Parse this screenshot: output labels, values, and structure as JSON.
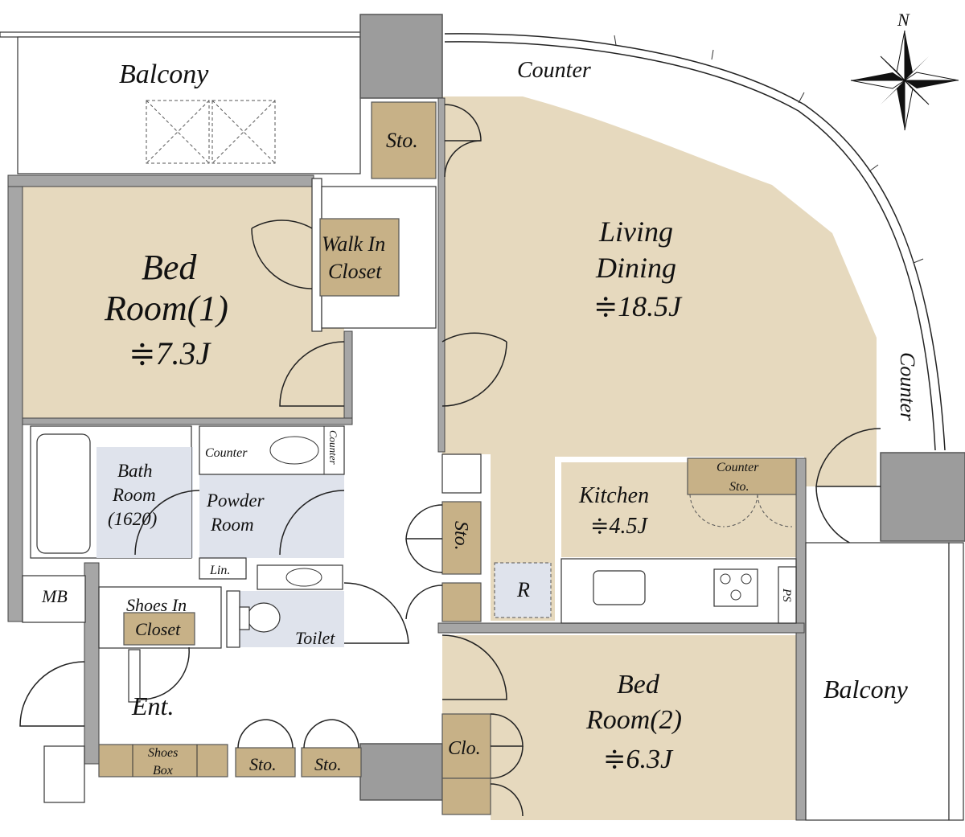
{
  "labels": {
    "balcony_top": "Balcony",
    "counter_top": "Counter",
    "counter_right": "Counter",
    "sto_top": "Sto.",
    "walk_in_1": "Walk In",
    "walk_in_2": "Closet",
    "living_1": "Living",
    "living_2": "Dining",
    "living_area": "≑18.5J",
    "bed1_1": "Bed",
    "bed1_2": "Room(1)",
    "bed1_area": "≑7.3J",
    "bath_1": "Bath",
    "bath_2": "Room",
    "bath_3": "(1620)",
    "counter_powder": "Counter",
    "counter_side": "Counter",
    "powder_1": "Powder",
    "powder_2": "Room",
    "lin": "Lin.",
    "sto_hall": "Sto.",
    "kitchen_1": "Kitchen",
    "kitchen_area": "≑4.5J",
    "counter_sto_1": "Counter",
    "counter_sto_2": "Sto.",
    "fridge": "R",
    "ps": "PS",
    "mb": "MB",
    "shoes_in_1": "Shoes In",
    "shoes_in_2": "Closet",
    "toilet": "Toilet",
    "ent": "Ent.",
    "shoes_box_1": "Shoes",
    "shoes_box_2": "Box",
    "sto_ent_1": "Sto.",
    "sto_ent_2": "Sto.",
    "clo": "Clo.",
    "bed2_1": "Bed",
    "bed2_2": "Room(2)",
    "bed2_area": "≑6.3J",
    "balcony_right": "Balcony",
    "compass_n": "N"
  },
  "colors": {
    "room_tan": "#e6d9be",
    "room_blue": "#dfe3ec",
    "storage": "#c7b187",
    "wall": "#9c9c9c"
  }
}
